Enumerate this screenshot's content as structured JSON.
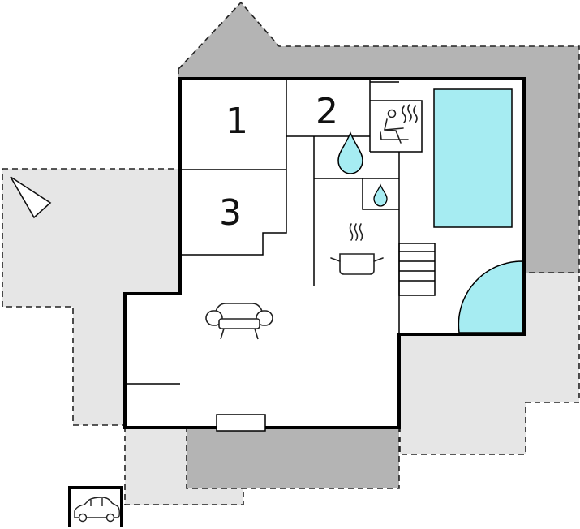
{
  "rooms": {
    "room1": "1",
    "room2": "2",
    "room3": "3"
  },
  "icons": {
    "north": "north-arrow-icon",
    "sauna": "sauna-icon",
    "water_large": "water-drop-icon",
    "water_small": "water-drop-icon",
    "kitchen": "cooking-pot-icon",
    "sofa": "sofa-icon",
    "car": "car-icon",
    "stairs": "stairs-icon",
    "pool": "pool-icon",
    "hot_tub": "hot-tub-icon"
  },
  "colors": {
    "wall": "#000000",
    "light_area": "#e6e6e6",
    "dark_area": "#b4b4b4",
    "water": "#a6ecf2",
    "outline": "#111111"
  }
}
